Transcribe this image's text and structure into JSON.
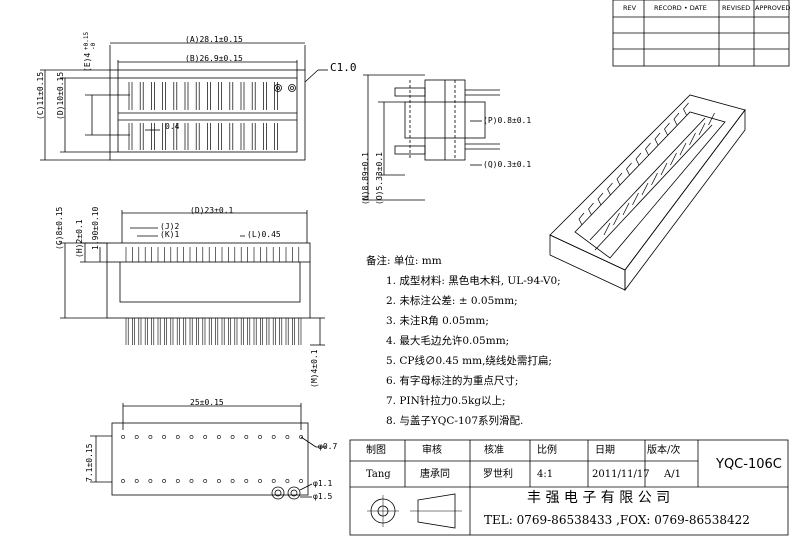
{
  "revision_block": {
    "rev": "REV",
    "record_date": "RECORD • DATE",
    "revised": "REVISED",
    "approved": "APPROVED"
  },
  "dimensions": {
    "a": "(A)28.1±0.15",
    "b": "(B)26.9±0.15",
    "c": "C1.0",
    "pitch_04": "0.4",
    "c_v": "(C)11±0.15",
    "d_v": "(D)10±0.15",
    "e_v": "(E)4",
    "e_tol": "+0.15",
    "e_tol2": "-0",
    "p": "(P)0.8±0.1",
    "q": "(Q)0.3±0.1",
    "n_v": "(N)8.89±0.1",
    "o_v": "(O)5.33±0.1",
    "d23": "(D)23±0.1",
    "j": "(J)2",
    "k": "(K)1",
    "l": "(L)0.45",
    "g_v": "(G)8±0.15",
    "h_v": "(H)2±0.1",
    "v190": "1.90±0.10",
    "m_v": "(M)4±0.1",
    "w25": "25±0.15",
    "d07": "φ0.7",
    "d11": "φ1.1",
    "d15": "φ1.5",
    "v715": "7.1±0.15"
  },
  "notes": {
    "title": "备注:  单位: mm",
    "items": [
      "1. 成型材料: 黑色电木料, UL-94-V0;",
      "2. 未标注公差: ± 0.05mm;",
      "3. 未注R角 0.05mm;",
      "4. 最大毛边允许0.05mm;",
      "5. CP线∅0.45 mm,绕线处需打扁;",
      "6. 有字母标注的为重点尺寸;",
      "7. PIN针拉力0.5kg以上;",
      "8. 与盖子YQC-107系列滑配."
    ]
  },
  "title_block": {
    "h_drawn": "制图",
    "h_check": "审核",
    "h_approve": "核准",
    "h_scale": "比例",
    "h_date": "日期",
    "h_version": "版本/次",
    "drawn": "Tang",
    "check": "唐承同",
    "approve": "罗世利",
    "scale": "4:1",
    "date": "2011/11/17",
    "version": "A/1",
    "part": "YQC-106C",
    "company": "丰 强 电 子 有 限 公 司",
    "contact": "TEL: 0769-86538433 ,FOX: 0769-86538422"
  }
}
